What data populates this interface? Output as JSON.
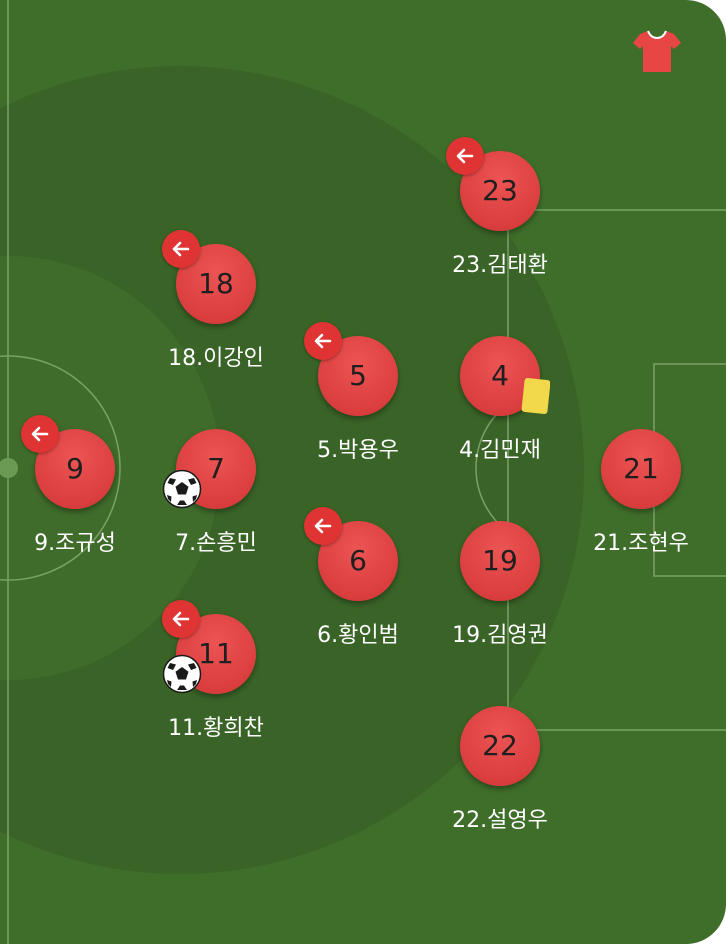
{
  "team": {
    "kit_color": "#e84545",
    "pitch_color": "#3f6e2a",
    "line_color": "#8db276"
  },
  "players": [
    {
      "number": "23",
      "label": "23.김태환",
      "events": [
        "substitution-out"
      ]
    },
    {
      "number": "18",
      "label": "18.이강인",
      "events": [
        "substitution-out"
      ]
    },
    {
      "number": "5",
      "label": "5.박용우",
      "events": [
        "substitution-out"
      ]
    },
    {
      "number": "4",
      "label": "4.김민재",
      "events": [
        "yellow-card"
      ]
    },
    {
      "number": "9",
      "label": "9.조규성",
      "events": [
        "substitution-out"
      ]
    },
    {
      "number": "7",
      "label": "7.손흥민",
      "events": [
        "goal"
      ]
    },
    {
      "number": "21",
      "label": "21.조현우",
      "events": []
    },
    {
      "number": "6",
      "label": "6.황인범",
      "events": [
        "substitution-out"
      ]
    },
    {
      "number": "19",
      "label": "19.김영권",
      "events": []
    },
    {
      "number": "11",
      "label": "11.황희찬",
      "events": [
        "substitution-out",
        "goal"
      ]
    },
    {
      "number": "22",
      "label": "22.설영우",
      "events": []
    }
  ]
}
